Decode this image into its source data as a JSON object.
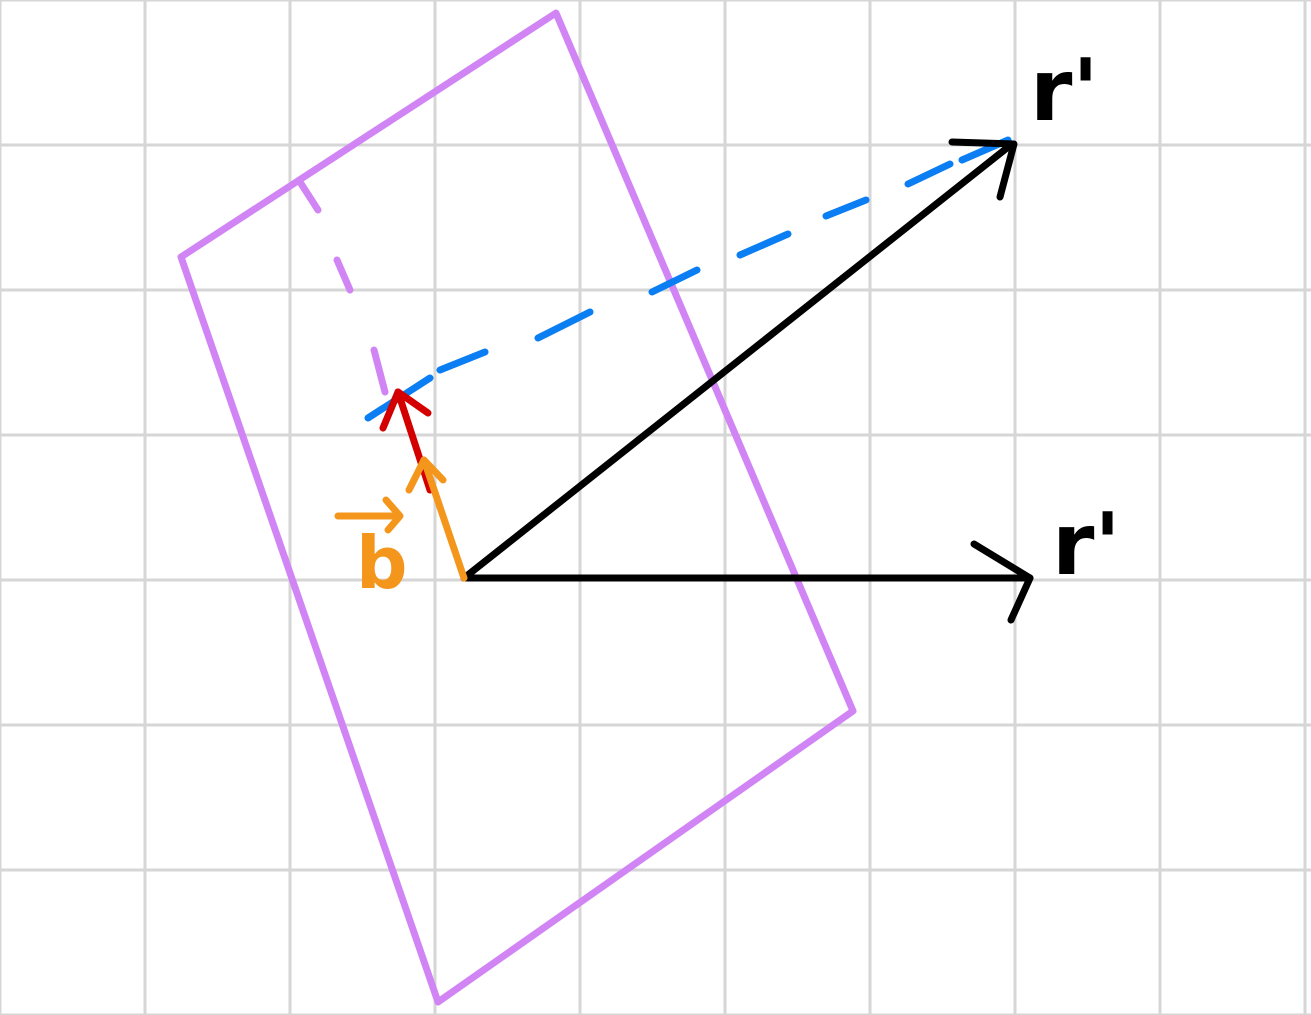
{
  "labels": {
    "top_vector": "r'",
    "horizontal_vector": "r'",
    "orange_vector": "b"
  },
  "colors": {
    "background": "#ffffff",
    "grid": "#d6d6d6",
    "plane": "#d185f5",
    "vector": "#000000",
    "projection_dashed": "#0a7ef2",
    "projected_vector": "#d40000",
    "b_vector": "#f4961c"
  }
}
